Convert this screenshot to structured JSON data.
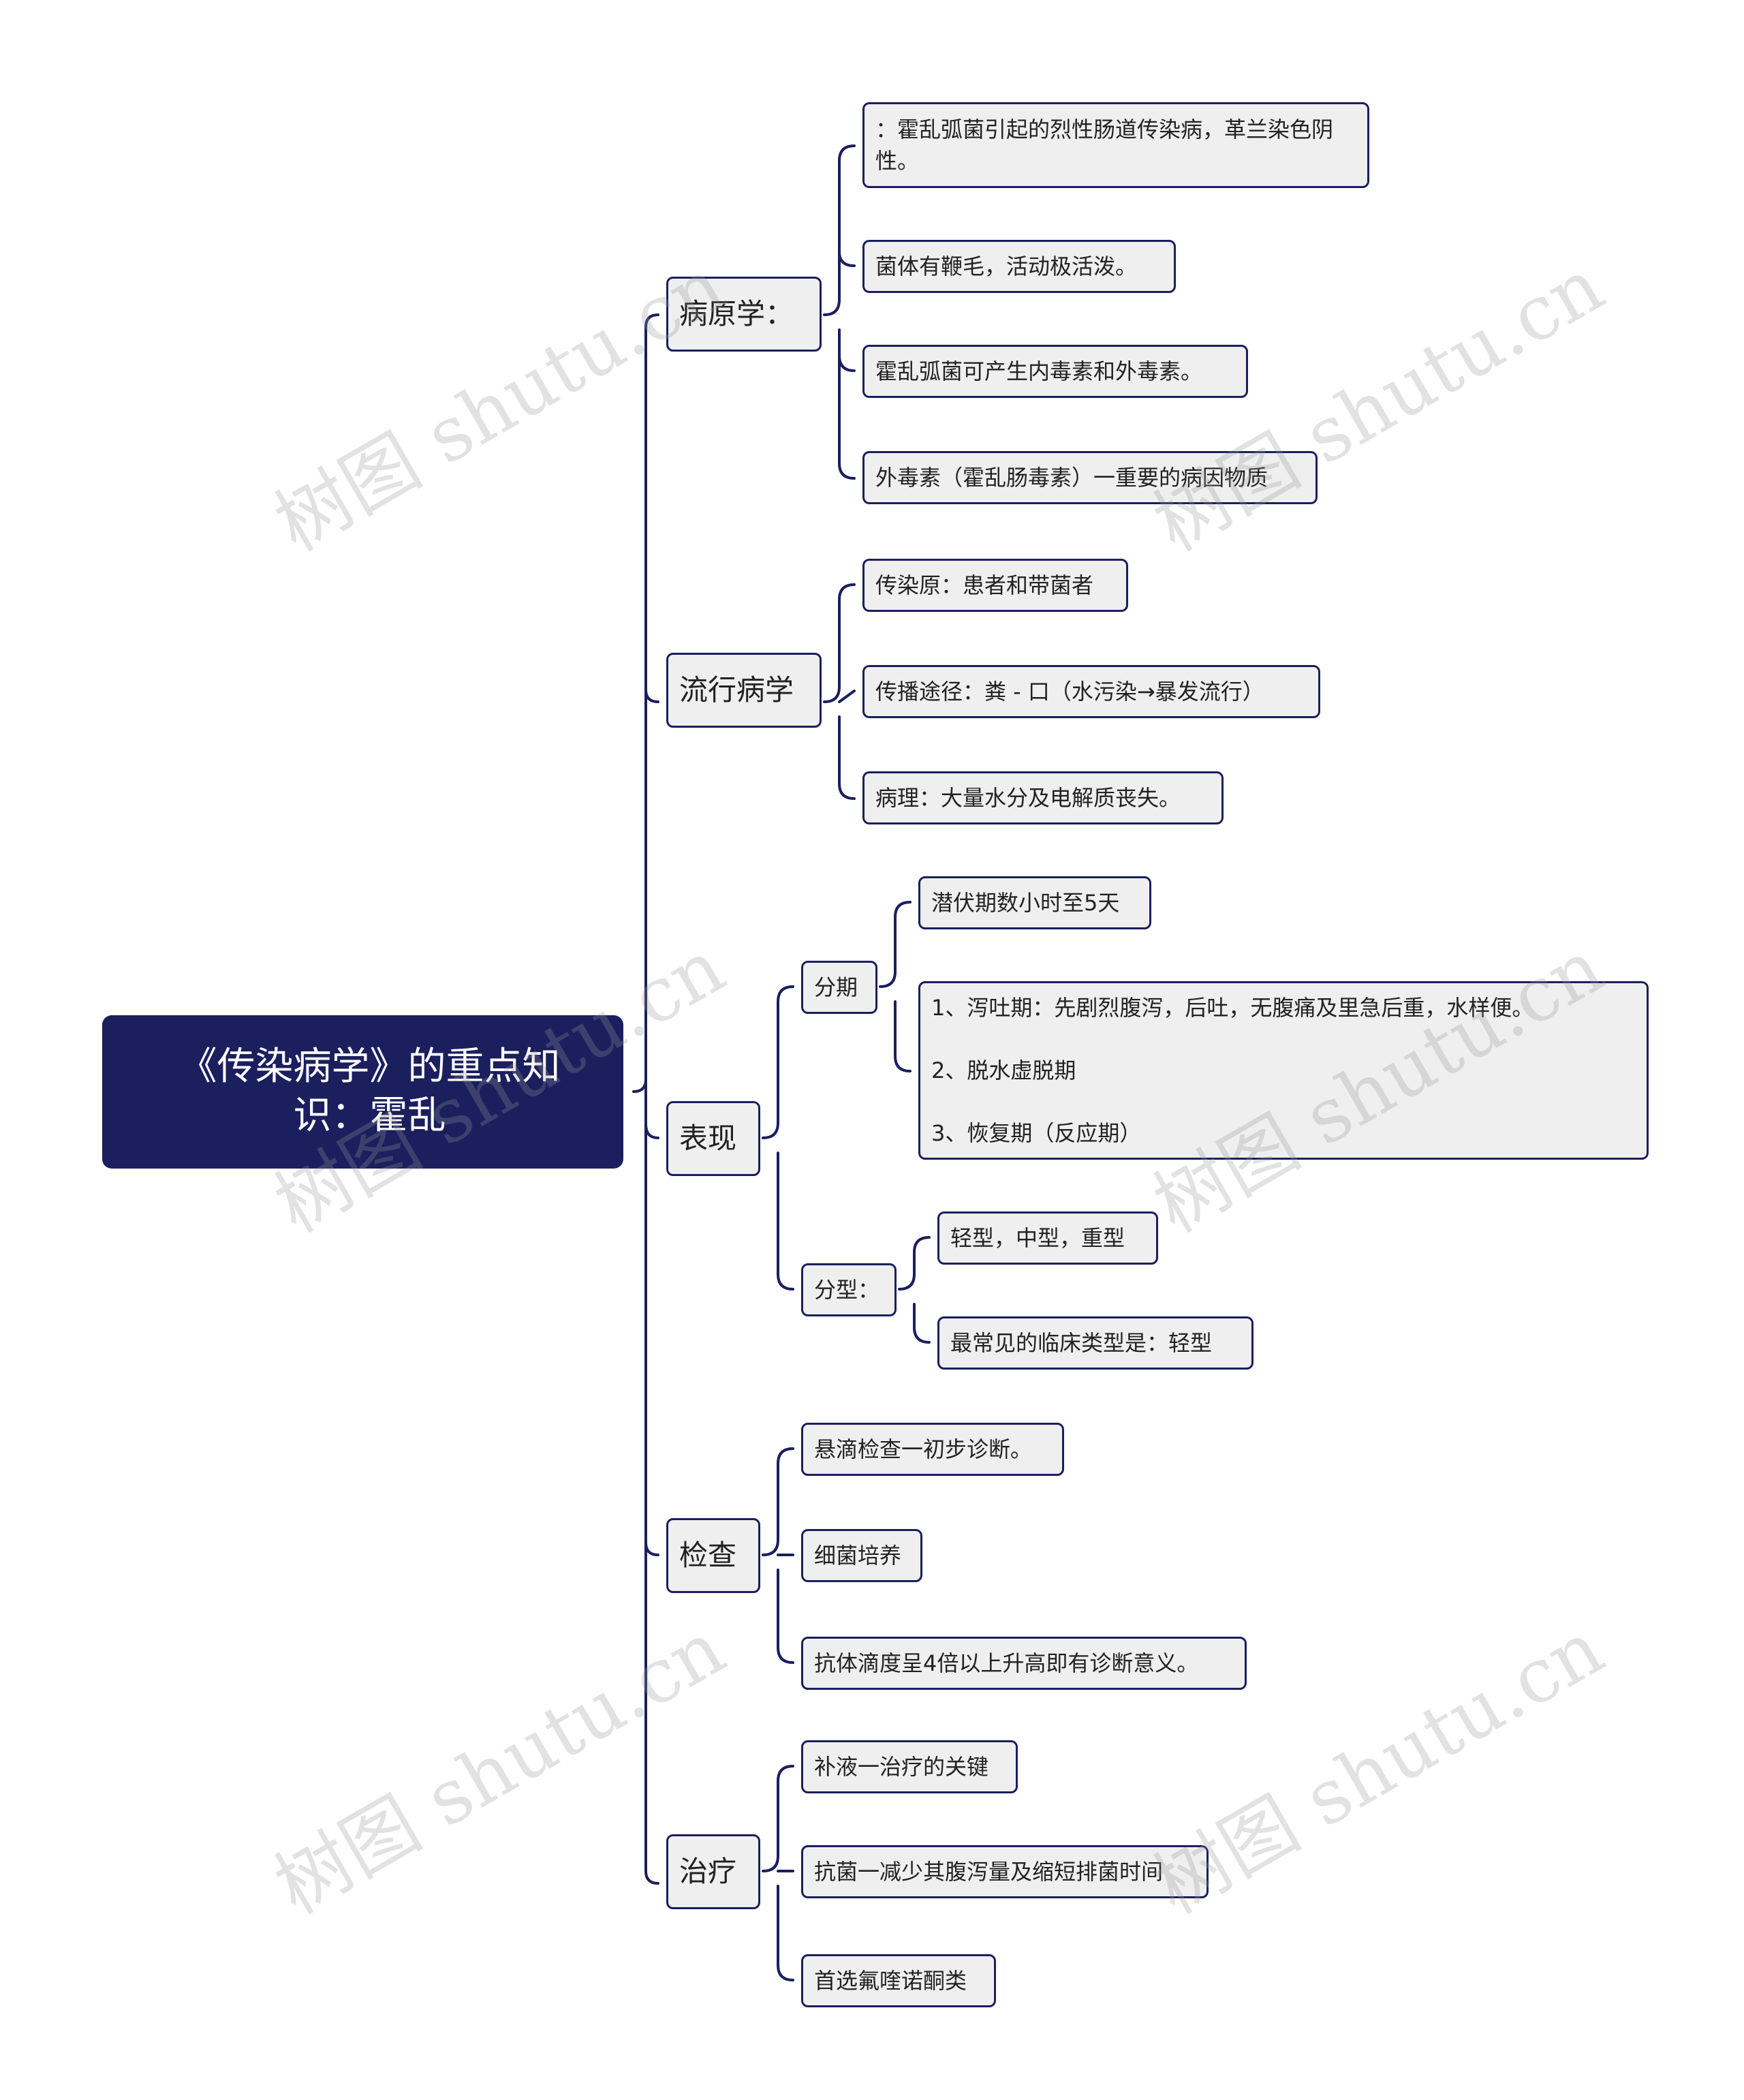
{
  "root": {
    "title": "《传染病学》的重点知识：霍乱"
  },
  "branches": [
    {
      "label": "病原学：",
      "children": [
        "：霍乱弧菌引起的烈性肠道传染病，革兰染色阴性。",
        "菌体有鞭毛，活动极活泼。",
        "霍乱弧菌可产生内毒素和外毒素。",
        "外毒素（霍乱肠毒素）一重要的病因物质"
      ]
    },
    {
      "label": "流行病学",
      "children": [
        "传染原：患者和带菌者",
        "传播途径：粪 - 口（水污染→暴发流行）",
        "病理：大量水分及电解质丧失。"
      ]
    },
    {
      "label": "表现",
      "children": [
        {
          "label": "分期",
          "children": [
            "潜伏期数小时至5天",
            [
              "1、泻吐期：先剧烈腹泻，后吐，无腹痛及里急后重，水样便。",
              "2、脱水虚脱期",
              "3、恢复期（反应期）"
            ]
          ]
        },
        {
          "label": "分型：",
          "children": [
            "轻型，中型，重型",
            "最常见的临床类型是：轻型"
          ]
        }
      ]
    },
    {
      "label": "检查",
      "children": [
        "悬滴检查一初步诊断。",
        "细菌培养",
        "抗体滴度呈4倍以上升高即有诊断意义。"
      ]
    },
    {
      "label": "治疗",
      "children": [
        "补液一治疗的关键",
        "抗菌一减少其腹泻量及缩短排菌时间",
        "首选氟喹诺酮类"
      ]
    }
  ],
  "watermark": "树图 shutu.cn",
  "colors": {
    "root_bg": "#1b1f5e",
    "root_text": "#ffffff",
    "node_border": "#1b1f5e",
    "node_bg": "#efefef",
    "link": "#1b1f5e"
  }
}
